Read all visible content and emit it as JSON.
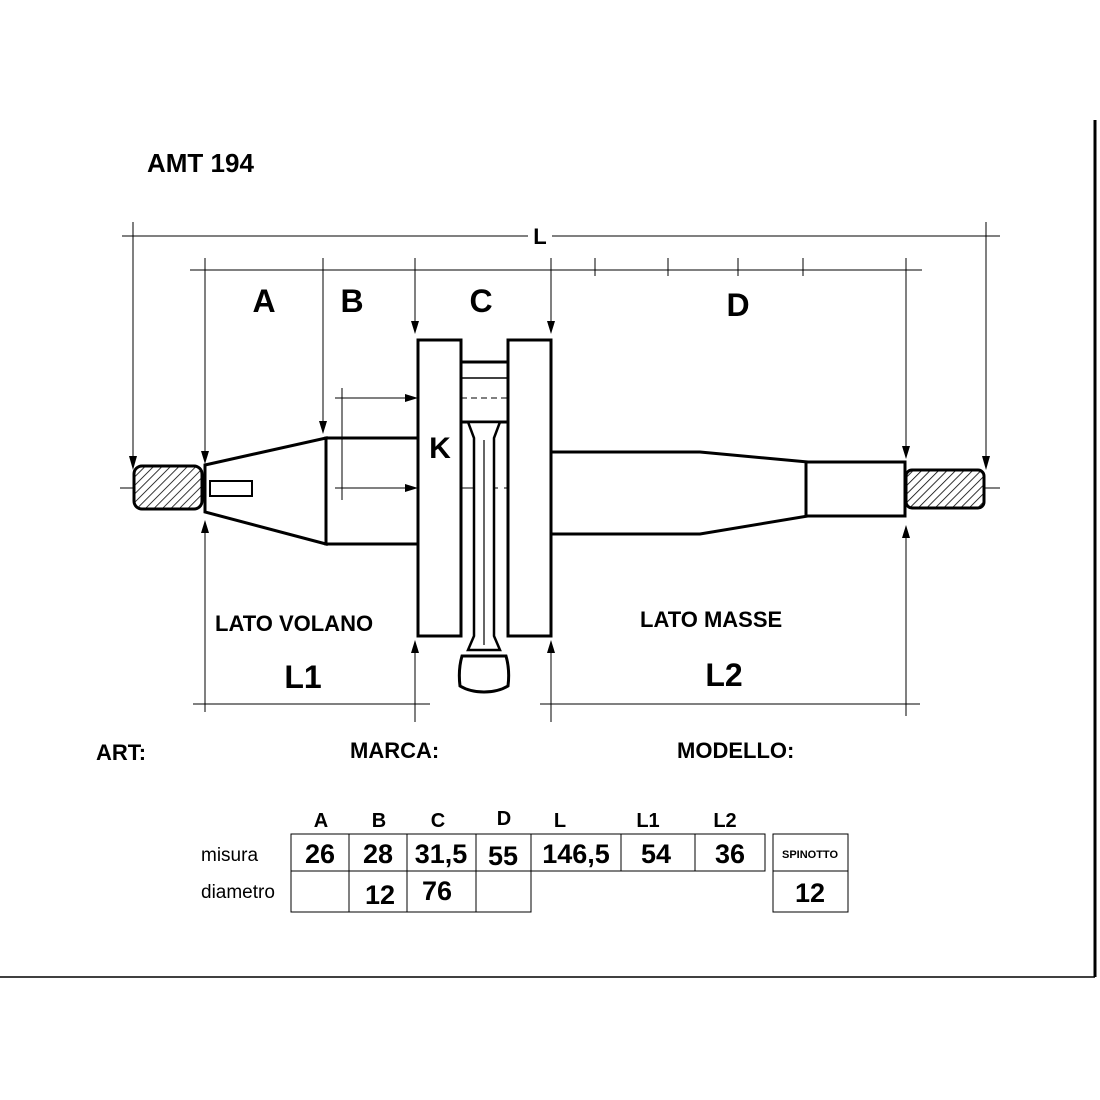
{
  "title": "AMT 194",
  "labels": {
    "total_length": "L",
    "dim_a": "A",
    "dim_b": "B",
    "dim_c": "C",
    "dim_d": "D",
    "k": "K",
    "lato_volano": "LATO  VOLANO",
    "lato_masse": "LATO  MASSE",
    "l1": "L1",
    "l2": "L2"
  },
  "info": {
    "art_label": "ART:",
    "marca_label": "MARCA:",
    "modello_label": "MODELLO:"
  },
  "table": {
    "headers": [
      "A",
      "B",
      "C",
      "D",
      "L",
      "L1",
      "L2"
    ],
    "row_labels": {
      "misura": "misura",
      "diametro": "diametro"
    },
    "misura": [
      "26",
      "28",
      "31,5",
      "55",
      "146,5",
      "54",
      "36"
    ],
    "diametro": [
      "",
      "12",
      "76",
      "",
      "",
      "",
      ""
    ],
    "spinotto_label": "SPINOTTO",
    "spinotto_value": "12"
  }
}
